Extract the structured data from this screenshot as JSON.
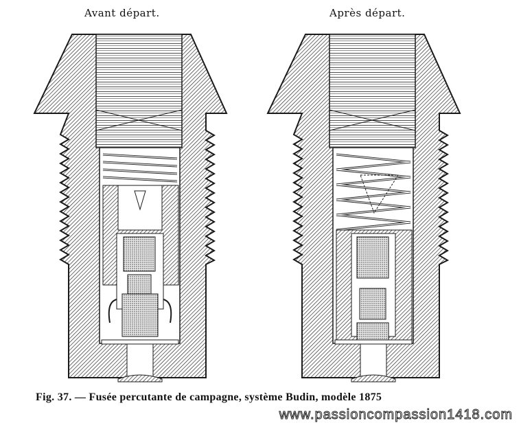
{
  "figure": {
    "label_left": "Avant départ.",
    "label_right": "Après départ.",
    "caption": "Fig. 37. — Fusée percutante de campagne, système Budin, modèle 1875",
    "watermark": "www.passioncompassion1418.com"
  },
  "colors": {
    "ink": "#1a1a1a",
    "paper": "#ffffff"
  }
}
